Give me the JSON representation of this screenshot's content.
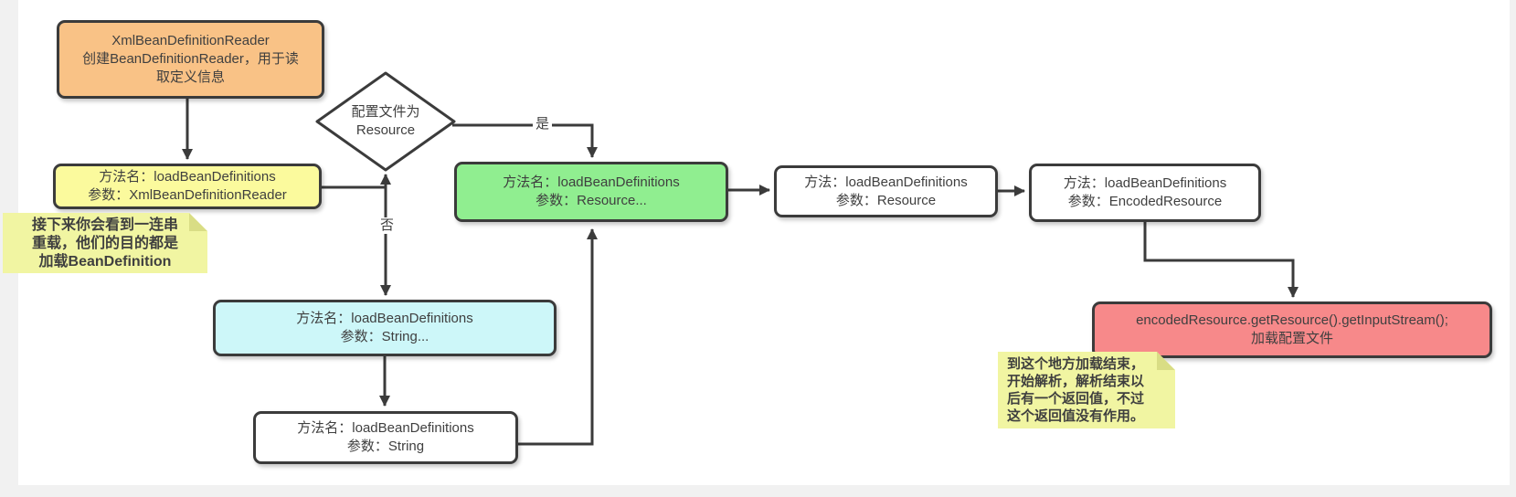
{
  "page": {
    "background": "#f1f1f1",
    "canvas_background": "#ffffff",
    "line_color": "#3b3b3b",
    "text_color": "#3f3f3f"
  },
  "nodes": {
    "reader": {
      "fill": "#f9c286",
      "lines": [
        "XmlBeanDefinitionReader",
        "创建BeanDefinitionReader，用于读",
        "取定义信息"
      ]
    },
    "load_xmlreader": {
      "fill": "#fbfa9d",
      "lines": [
        "方法名：loadBeanDefinitions",
        "参数：XmlBeanDefinitionReader"
      ]
    },
    "decision": {
      "fill": "#ffffff",
      "lines": [
        "配置文件为",
        "Resource"
      ]
    },
    "load_resource_overload": {
      "fill": "#90ee90",
      "lines": [
        "方法名：loadBeanDefinitions",
        "参数：Resource..."
      ]
    },
    "load_resource": {
      "fill": "#ffffff",
      "lines": [
        "方法：loadBeanDefinitions",
        "参数：Resource"
      ]
    },
    "load_encoded": {
      "fill": "#ffffff",
      "lines": [
        "方法：loadBeanDefinitions",
        "参数：EncodedResource"
      ]
    },
    "get_stream": {
      "fill": "#f7898a",
      "lines": [
        "encodedResource.getResource().getInputStream();",
        "加载配置文件"
      ]
    },
    "load_string_overload": {
      "fill": "#cdf7f9",
      "lines": [
        "方法名：loadBeanDefinitions",
        "参数：String..."
      ]
    },
    "load_string": {
      "fill": "#ffffff",
      "lines": [
        "方法名：loadBeanDefinitions",
        "参数：String"
      ]
    }
  },
  "notes": {
    "overload_note": {
      "fill": "#f1f5a2",
      "lines": [
        "接下来你会看到一连串",
        "重载，他们的目的都是",
        "加载BeanDefinition"
      ]
    },
    "parse_note": {
      "fill": "#f1f5a2",
      "lines": [
        "到这个地方加载结束，",
        "开始解析，解析结束以",
        "后有一个返回值，不过",
        "这个返回值没有作用。"
      ]
    }
  },
  "edge_labels": {
    "yes": "是",
    "no": "否"
  }
}
